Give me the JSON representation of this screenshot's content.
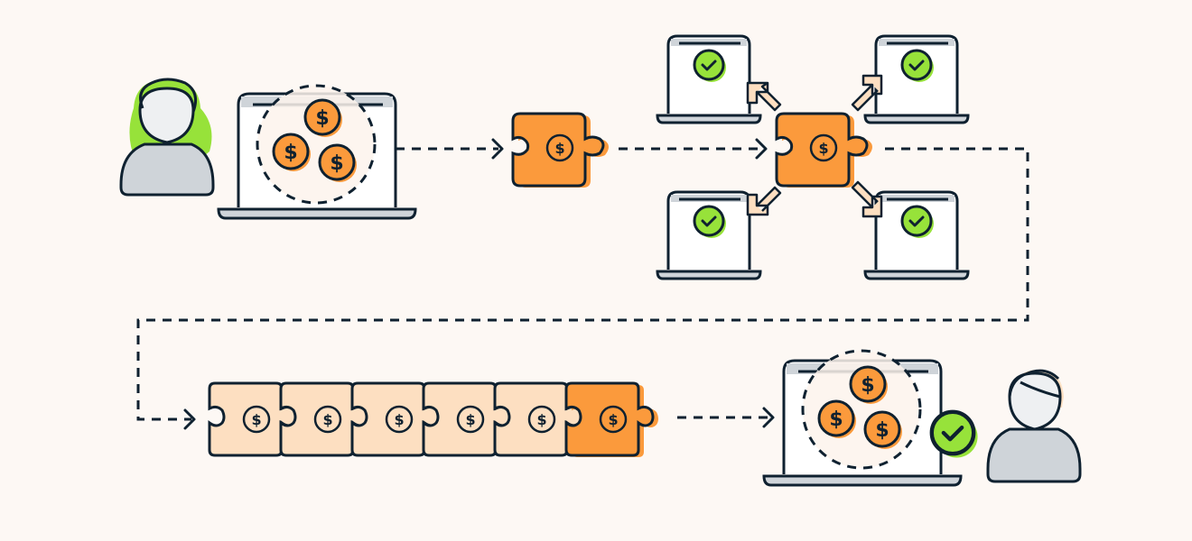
{
  "diagram": {
    "type": "payment-flow",
    "background": "#fdf8f4",
    "colors": {
      "stroke": "#0f2130",
      "orange": "#fb9a3c",
      "peach": "#fddfc1",
      "green": "#97e23a",
      "gray": "#cfd4d9",
      "face": "#eef0f2",
      "screen": "#ffffff"
    },
    "coin_symbol": "$",
    "nodes": [
      {
        "id": "sender",
        "kind": "person",
        "hair": "green"
      },
      {
        "id": "sender-laptop",
        "kind": "laptop",
        "content": "three-coins"
      },
      {
        "id": "transaction-block",
        "kind": "puzzle-piece",
        "state": "pending"
      },
      {
        "id": "broadcast-block",
        "kind": "puzzle-piece",
        "state": "validating"
      },
      {
        "id": "validator-nodes",
        "kind": "laptop-group",
        "count": 4,
        "status": "verified"
      },
      {
        "id": "blockchain",
        "kind": "puzzle-chain",
        "count": 6,
        "new_block_index": 5
      },
      {
        "id": "receiver-laptop",
        "kind": "laptop",
        "content": "three-coins",
        "status": "verified"
      },
      {
        "id": "receiver",
        "kind": "person",
        "hair": "peach"
      }
    ],
    "edges": [
      {
        "from": "sender-laptop",
        "to": "transaction-block",
        "style": "dashed-arrow"
      },
      {
        "from": "transaction-block",
        "to": "broadcast-block",
        "style": "dashed-arrow"
      },
      {
        "from": "broadcast-block",
        "to": "blockchain",
        "style": "dashed-arrow"
      },
      {
        "from": "blockchain",
        "to": "receiver-laptop",
        "style": "dashed-arrow"
      }
    ]
  }
}
